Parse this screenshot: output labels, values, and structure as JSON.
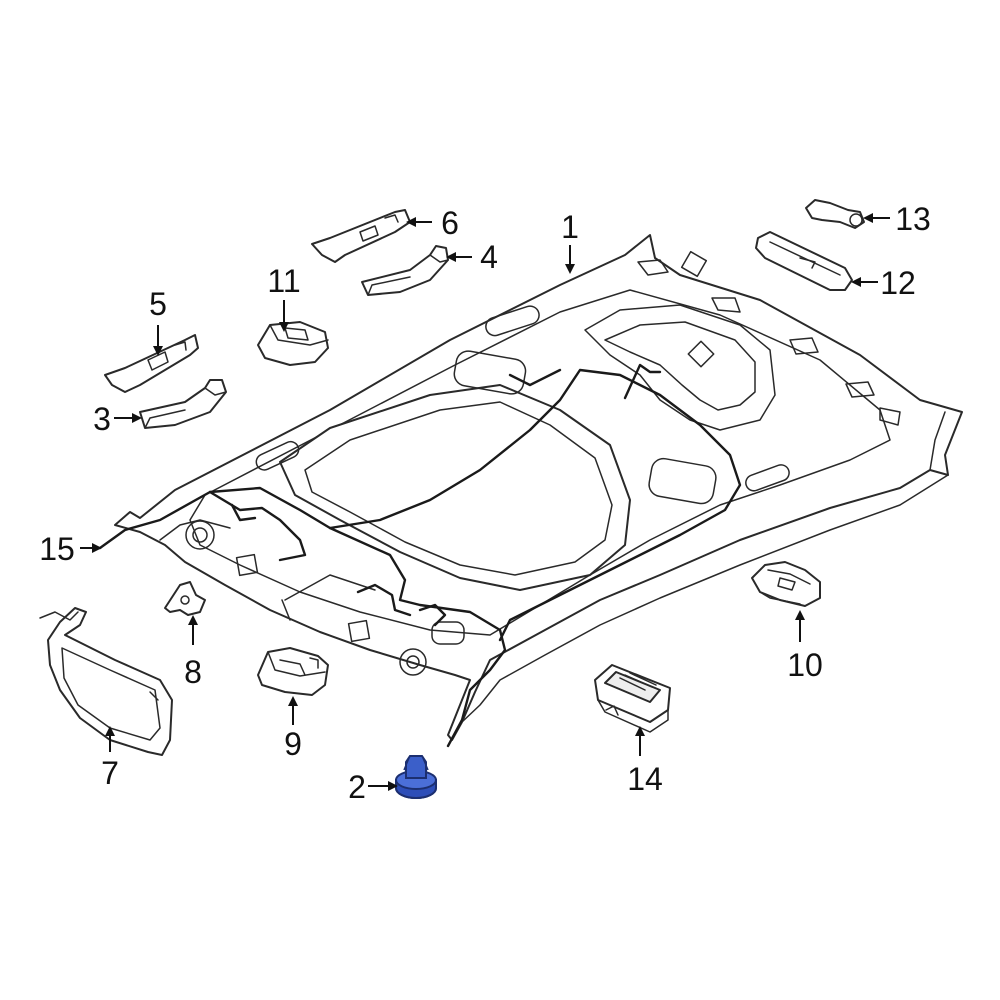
{
  "callouts": [
    {
      "id": "1",
      "label": "1"
    },
    {
      "id": "2",
      "label": "2"
    },
    {
      "id": "3",
      "label": "3"
    },
    {
      "id": "4",
      "label": "4"
    },
    {
      "id": "5",
      "label": "5"
    },
    {
      "id": "6",
      "label": "6"
    },
    {
      "id": "7",
      "label": "7"
    },
    {
      "id": "8",
      "label": "8"
    },
    {
      "id": "9",
      "label": "9"
    },
    {
      "id": "10",
      "label": "10"
    },
    {
      "id": "11",
      "label": "11"
    },
    {
      "id": "12",
      "label": "12"
    },
    {
      "id": "13",
      "label": "13"
    },
    {
      "id": "14",
      "label": "14"
    },
    {
      "id": "15",
      "label": "15"
    }
  ],
  "colors": {
    "highlight_part": "#3b5fc9",
    "highlight_part_shade": "#223c8f",
    "line": "#2a2a2a",
    "background": "#ffffff"
  }
}
